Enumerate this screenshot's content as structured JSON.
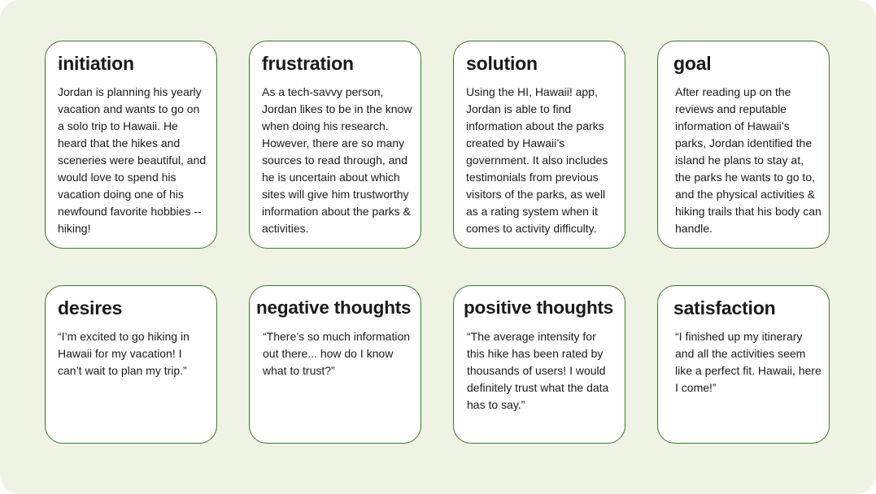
{
  "cards": [
    {
      "title": "initiation",
      "body": "Jordan is planning his yearly vacation and wants to go on a solo trip to Hawaii.  He heard that the hikes and sceneries were beautiful, and would love to spend his vacation doing one of his newfound favorite hobbies -- hiking!"
    },
    {
      "title": "frustration",
      "body": "As a tech-savvy person, Jordan likes to be in the know when doing his research. However, there are so many sources to read through, and he is uncertain about which sites will give him trustworthy information about the parks & activities."
    },
    {
      "title": "solution",
      "body": "Using the HI, Hawaii! app, Jordan is able to find information about the parks created by Hawaii’s government. It also includes testimonials from previous visitors of the parks, as well as a rating system when it comes to activity difficulty."
    },
    {
      "title": "goal",
      "body": "After reading up on the reviews and reputable information of Hawaii’s parks, Jordan identified the island he plans to stay at, the parks he wants to go to, and the physical activities & hiking trails that his body can handle."
    },
    {
      "title": "desires",
      "body": "“I’m excited to go hiking in Hawaii for my vacation! I can’t wait to plan my trip.”"
    },
    {
      "title": "negative thoughts",
      "body": "“There’s so much information out there... how do I know what to trust?”"
    },
    {
      "title": "positive thoughts",
      "body": "“The average intensity for this hike has been rated by thousands of users! I would definitely trust what the data has to say.”"
    },
    {
      "title": "satisfaction",
      "body": "“I finished up my itinerary and all the activities seem like a perfect fit. Hawaii, here I come!”"
    }
  ],
  "colors": {
    "background": "#eef3e4",
    "card": "#ffffff",
    "card_border": "#3a7a2a",
    "text": "#1a1a1a"
  }
}
